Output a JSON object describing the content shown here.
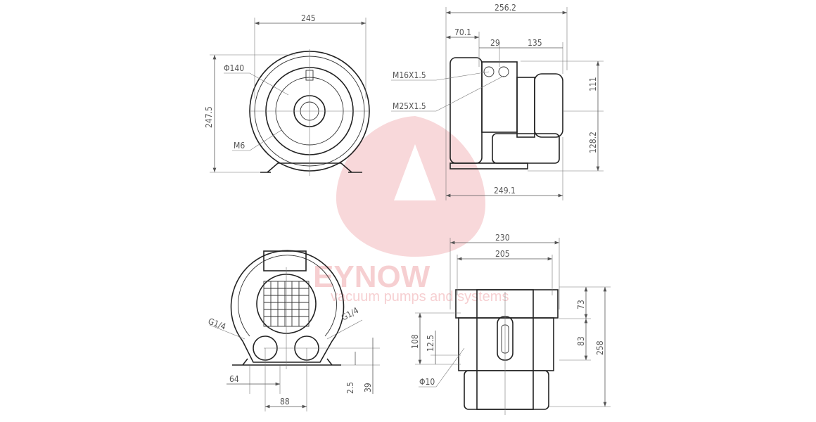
{
  "watermark": {
    "brand": "EYNOW",
    "tagline": "vacuum pumps and systems",
    "color": "#f2b8bb"
  },
  "front_view": {
    "width": "245",
    "height": "247.5",
    "diameter": "Φ140",
    "bolt": "M6"
  },
  "side_view": {
    "overall_top": "256.2",
    "offset": "70.1",
    "spacing_a": "29",
    "spacing_b": "135",
    "thread_1": "M16X1.5",
    "thread_2": "M25X1.5",
    "height_upper": "111",
    "height_lower": "128.2",
    "overall_bottom": "249.1"
  },
  "rear_view": {
    "port_left": "G1/4",
    "port_right": "G1/4",
    "dim_64": "64",
    "dim_88": "88",
    "dim_2_5": "2.5",
    "dim_39": "39"
  },
  "bottom_side_view": {
    "width_outer": "230",
    "width_inner": "205",
    "dim_73": "73",
    "dim_83": "83",
    "dim_258": "258",
    "dim_108": "108",
    "dim_12_5": "12.5",
    "hole": "Φ10"
  }
}
